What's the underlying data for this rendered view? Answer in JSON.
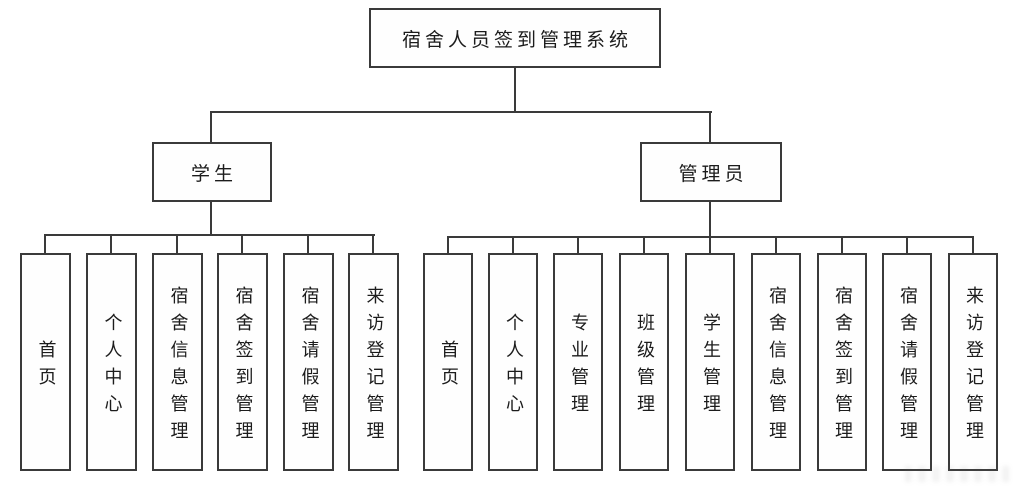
{
  "diagram": {
    "root": {
      "label": "宿舍人员签到管理系统"
    },
    "branches": [
      {
        "label": "学生",
        "children": [
          "首页",
          "个人中心",
          "宿舍信息管理",
          "宿舍签到管理",
          "宿舍请假管理",
          "来访登记管理"
        ]
      },
      {
        "label": "管理员",
        "children": [
          "首页",
          "个人中心",
          "专业管理",
          "班级管理",
          "学生管理",
          "宿舍信息管理",
          "宿舍签到管理",
          "宿舍请假管理",
          "来访登记管理"
        ]
      }
    ],
    "colors": {
      "line": "#3a3a3a",
      "background": "#ffffff",
      "text": "#1c1c1c"
    }
  }
}
